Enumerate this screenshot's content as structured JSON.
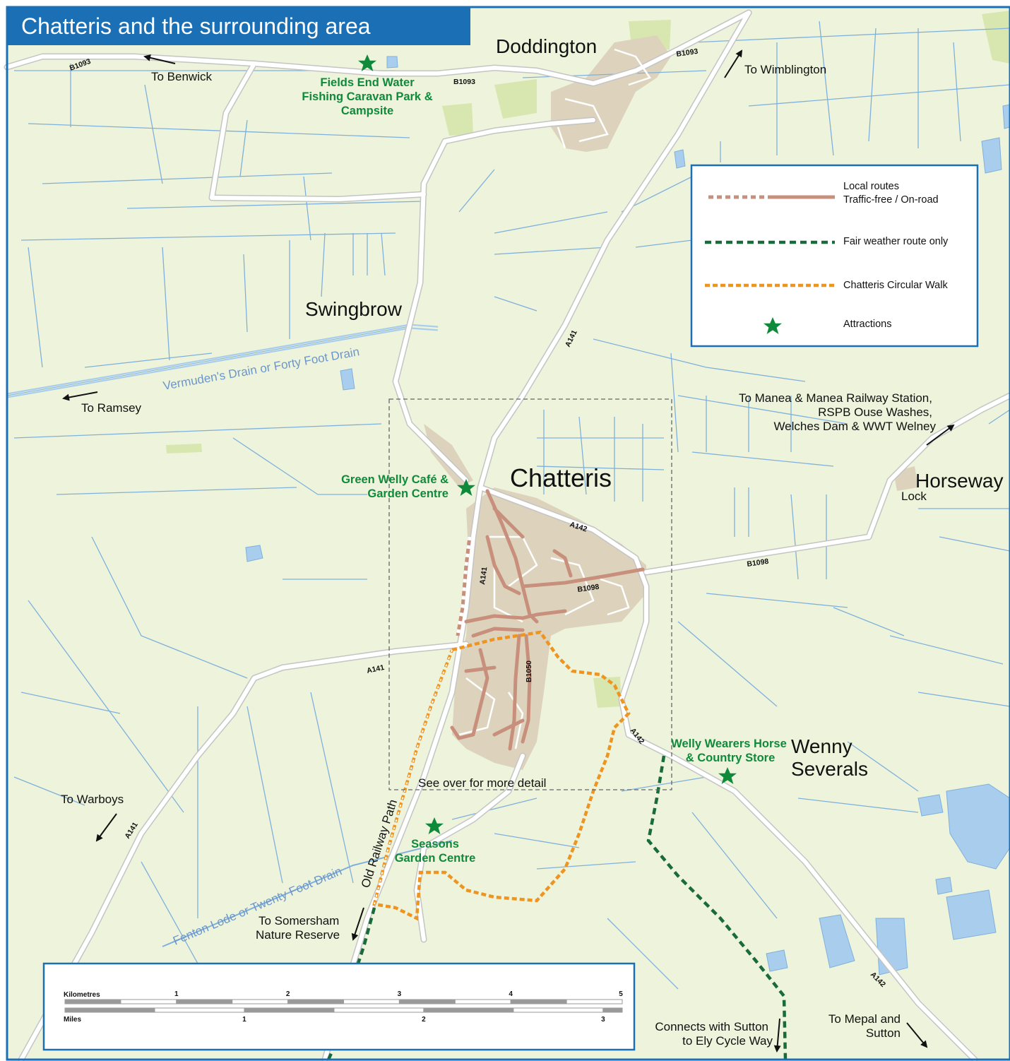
{
  "title": "Chatteris and the surrounding area",
  "places": {
    "doddington": "Doddington",
    "swingbrow": "Swingbrow",
    "chatteris": "Chatteris",
    "horseway": "Horseway",
    "wenny_line1": "Wenny",
    "wenny_line2": "Severals",
    "lock": "Lock"
  },
  "directions": {
    "benwick": "To Benwick",
    "wimblington": "To Wimblington",
    "ramsey": "To Ramsey",
    "manea_1": "To Manea & Manea Railway Station,",
    "manea_2": "RSPB Ouse Washes,",
    "manea_3": "Welches Dam & WWT Welney",
    "warboys": "To Warboys",
    "somersham_1": "To Somersham",
    "somersham_2": "Nature Reserve",
    "sutton_1": "Connects with Sutton",
    "sutton_2": "to Ely Cycle Way",
    "mepal_1": "To Mepal and",
    "mepal_2": "Sutton"
  },
  "attractions": {
    "fields_end_1": "Fields End Water",
    "fields_end_2": "Fishing Caravan Park &",
    "fields_end_3": "Campsite",
    "green_welly_1": "Green Welly Café &",
    "green_welly_2": "Garden Centre",
    "welly_wearers_1": "Welly Wearers Horse",
    "welly_wearers_2": "& Country Store",
    "seasons_1": "Seasons",
    "seasons_2": "Garden Centre"
  },
  "roads": {
    "b1093_a": "B1093",
    "b1093_b": "B1093",
    "b1093_c": "B1093",
    "a141_n": "A141",
    "a141_town": "A141",
    "a141_w": "A141",
    "a141_sw": "A141",
    "a142_n": "A142",
    "a142_s": "A142",
    "a142_se": "A142",
    "b1098_town": "B1098",
    "b1098_e": "B1098",
    "b1050": "B1050"
  },
  "water": {
    "vermuden": "Vermuden's Drain or Forty Foot Drain",
    "fenton": "Fenton Lode or Twenty Foot Drain"
  },
  "paths": {
    "old_railway": "Old Railway Path",
    "detail_note": "See over for more detail"
  },
  "legend": {
    "local_routes_1": "Local routes",
    "local_routes_2": "Traffic-free / On-road",
    "fair_weather": "Fair weather route only",
    "circular_walk": "Chatteris Circular Walk",
    "attractions": "Attractions"
  },
  "scale": {
    "km_label": "Kilometres",
    "miles_label": "Miles",
    "km_ticks": [
      "1",
      "2",
      "3",
      "4",
      "5"
    ],
    "mile_ticks": [
      "1",
      "2",
      "3"
    ]
  },
  "colors": {
    "title_bar": "#1b6fb5",
    "frame": "#1b6fb5",
    "land": "#eef4dc",
    "town": "#ddd3bd",
    "water": "#a9cdec",
    "drain": "#7fb0dc",
    "local_route": "#c8907c",
    "fair_weather": "#1a6b3b",
    "circular_walk": "#ee9421",
    "attraction": "#0f8a3a"
  }
}
